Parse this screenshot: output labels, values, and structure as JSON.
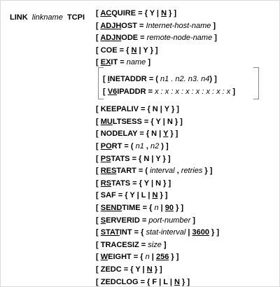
{
  "command": {
    "keyword": "LINK",
    "linkname": "linkname",
    "type": "TCPI"
  },
  "lines": [
    {
      "id": "acquire",
      "pre": "[ ",
      "ul": "AC",
      "rest": "QUIRE",
      "eq": " = { Y | ",
      "val_ul": "N",
      "post": " } ]"
    },
    {
      "id": "adjhost",
      "pre": "[ ",
      "ul": "ADJH",
      "rest": "OST",
      "eq": " = ",
      "arg": "Internet-host-name",
      "post": " ]"
    },
    {
      "id": "adjnode",
      "pre": "[ ",
      "ul": "ADJN",
      "rest": "ODE",
      "eq": " = ",
      "arg": "remote-node-name",
      "post": " ]"
    },
    {
      "id": "coe",
      "pre": "[ ",
      "ul": "",
      "rest": "COE",
      "eq": " = { ",
      "val_ul": "N",
      "post": " | Y }",
      "tail": " ]"
    },
    {
      "id": "exit",
      "pre": "[ ",
      "ul": "EX",
      "rest": "IT",
      "eq": " = ",
      "arg": "name",
      "post": " ]"
    },
    {
      "id": "inetaddr",
      "pre": "[ ",
      "ul": "I",
      "rest": "NETADDR",
      "eq": " = ( ",
      "arg": "n1    . n2. n3. n4",
      "post": ") ]"
    },
    {
      "id": "v6ipaddr",
      "pre": "[ ",
      "ul": "V6",
      "rest": "IPADDR",
      "eq": " = ",
      "arg": "x : x : x : x : x : x : x : x",
      "post": " ]"
    },
    {
      "id": "keepaliv",
      "pre": "[ ",
      "ul": "",
      "rest": "KEEPALIV",
      "eq": " = { N | Y } ]"
    },
    {
      "id": "multsess",
      "pre": "[ ",
      "ul": "MU",
      "rest": "LTSESS",
      "eq": " = { Y | N } ]"
    },
    {
      "id": "nodelay",
      "pre": "[ ",
      "ul": "",
      "rest": "NODELAY",
      "eq": " = { N | ",
      "val_ul": "Y",
      "post": " } ]"
    },
    {
      "id": "port",
      "pre": "[ ",
      "ul": "PO",
      "rest": "RT",
      "eq": " = ( ",
      "arg": "n1",
      "mid": " , ",
      "arg2": "n2",
      "post": " ) ]"
    },
    {
      "id": "pstats",
      "pre": "[ ",
      "ul": "PS",
      "rest": "TATS",
      "eq": " = { N | Y } ]"
    },
    {
      "id": "restart",
      "pre": "[ ",
      "ul": "RES",
      "rest": "TART",
      "eq": " = ( ",
      "arg": "interval",
      "mid": " , ",
      "arg2": "retries",
      "post": " } ]"
    },
    {
      "id": "rstats",
      "pre": "[ ",
      "ul": "RS",
      "rest": "TATS",
      "eq": " = { Y | N } ]"
    },
    {
      "id": "saf",
      "pre": "[ ",
      "ul": "",
      "rest": "SAF",
      "eq": " = { Y | L | ",
      "val_ul": "N",
      "post": " } ]"
    },
    {
      "id": "sendtime",
      "pre": "[ ",
      "ul": "SEND",
      "rest": "TIME",
      "eq": " = { ",
      "arg": "n",
      "mid": " | ",
      "val_ul": "90",
      "post": " } ]"
    },
    {
      "id": "serverid",
      "pre": "[ ",
      "ul": "S",
      "rest": "ERVERID",
      "eq": " = ",
      "arg": "port-number",
      "post": " ]"
    },
    {
      "id": "statint",
      "pre": "[ ",
      "ul": "STAT",
      "rest": "INT",
      "eq": " = { ",
      "arg": "stat-interval",
      "mid": " | ",
      "val_ul": "3600",
      "post": " } ]"
    },
    {
      "id": "tracesiz",
      "pre": "[ ",
      "ul": "",
      "rest": "TRACESIZ",
      "eq": " = ",
      "arg": "size",
      "post": " ]"
    },
    {
      "id": "weight",
      "pre": "[ ",
      "ul": "W",
      "rest": "EIGHT",
      "eq": " = { ",
      "arg": "n",
      "mid": " | ",
      "val_ul": "256",
      "post": " } ]"
    },
    {
      "id": "zedc",
      "pre": "[ ",
      "ul": "",
      "rest": "ZEDC",
      "eq": " = { Y | ",
      "val_ul": "N",
      "post": " } ]"
    },
    {
      "id": "zedclog",
      "pre": "[ ",
      "ul": "",
      "rest": "ZEDCLOG",
      "eq": " = { F | L | ",
      "val_ul": "N",
      "post": " } ]"
    }
  ]
}
